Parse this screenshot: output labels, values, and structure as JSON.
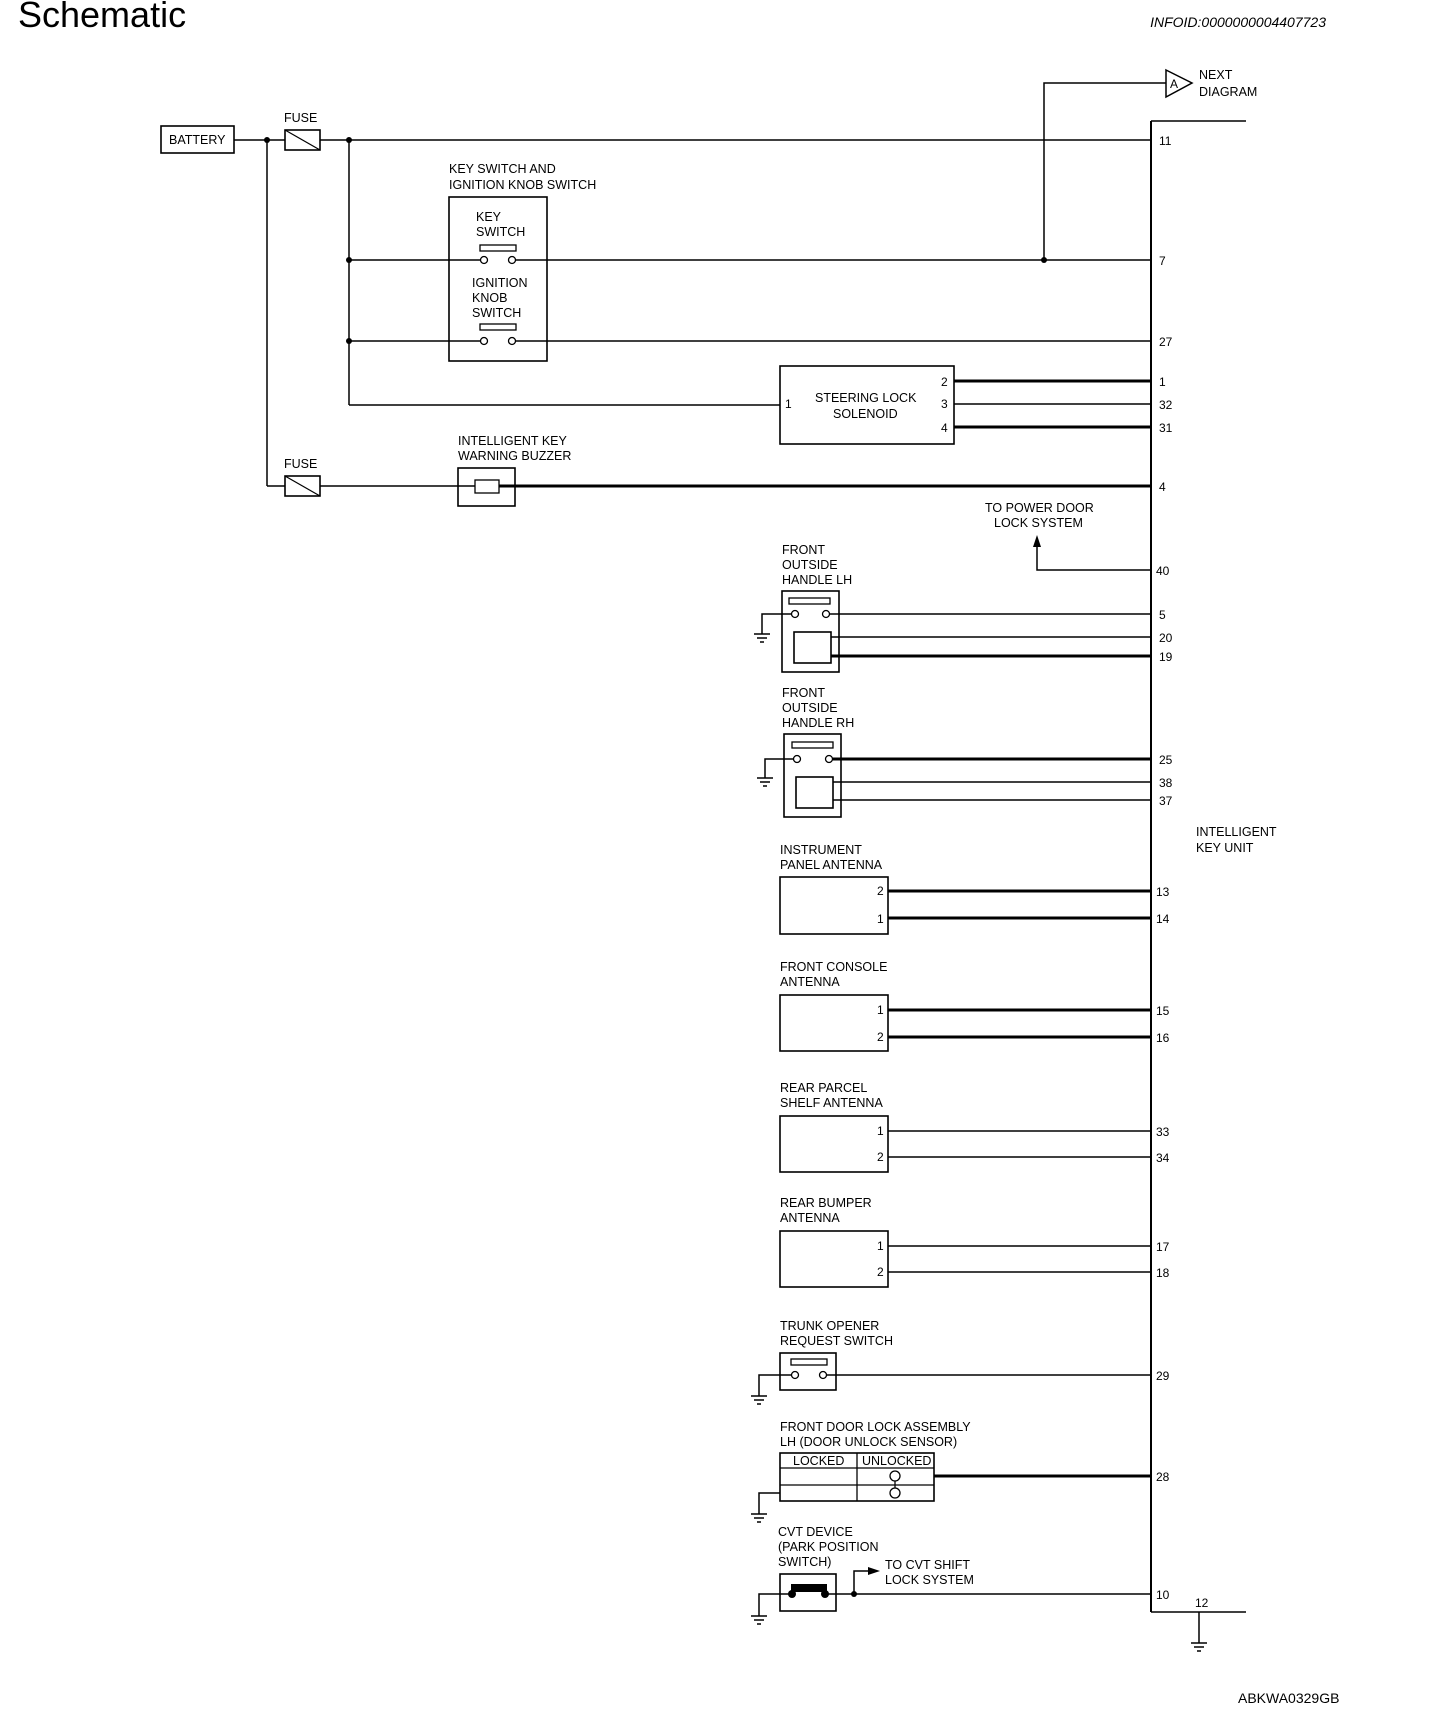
{
  "header": {
    "title": "Schematic",
    "info_id": "INFOID:0000000004407723",
    "figure_id": "ABKWA0329GB"
  },
  "power": {
    "battery": "BATTERY",
    "fuse_1": "FUSE",
    "fuse_2": "FUSE"
  },
  "connector": {
    "next_diagram_marker": "A",
    "next_diagram_line1": "NEXT",
    "next_diagram_line2": "DIAGRAM",
    "unit_line1": "INTELLIGENT",
    "unit_line2": "KEY UNIT",
    "pins": {
      "p11": "11",
      "p7": "7",
      "p27": "27",
      "p1": "1",
      "p32": "32",
      "p31": "31",
      "p4": "4",
      "p40": "40",
      "p5": "5",
      "p20": "20",
      "p19": "19",
      "p25": "25",
      "p38": "38",
      "p37": "37",
      "p13": "13",
      "p14": "14",
      "p15": "15",
      "p16": "16",
      "p33": "33",
      "p34": "34",
      "p17": "17",
      "p18": "18",
      "p29": "29",
      "p28": "28",
      "p10": "10",
      "p12": "12"
    }
  },
  "key_switch_assembly": {
    "title1": "KEY SWITCH AND",
    "title2": "IGNITION KNOB SWITCH",
    "key1": "KEY",
    "key2": "SWITCH",
    "ign1": "IGNITION",
    "ign2": "KNOB",
    "ign3": "SWITCH"
  },
  "steering_lock": {
    "line1": "STEERING LOCK",
    "line2": "SOLENOID",
    "pin_in": "1",
    "pin_a": "2",
    "pin_b": "3",
    "pin_c": "4"
  },
  "buzzer": {
    "line1": "INTELLIGENT KEY",
    "line2": "WARNING BUZZER"
  },
  "power_door_lock": {
    "line1": "TO POWER DOOR",
    "line2": "LOCK SYSTEM"
  },
  "handle_lh": {
    "line1": "FRONT",
    "line2": "OUTSIDE",
    "line3": "HANDLE LH"
  },
  "handle_rh": {
    "line1": "FRONT",
    "line2": "OUTSIDE",
    "line3": "HANDLE RH"
  },
  "ip_antenna": {
    "line1": "INSTRUMENT",
    "line2": "PANEL ANTENNA",
    "pin_top": "2",
    "pin_bottom": "1"
  },
  "console_antenna": {
    "line1": "FRONT CONSOLE",
    "line2": "ANTENNA",
    "pin_top": "1",
    "pin_bottom": "2"
  },
  "parcel_antenna": {
    "line1": "REAR PARCEL",
    "line2": "SHELF ANTENNA",
    "pin_top": "1",
    "pin_bottom": "2"
  },
  "bumper_antenna": {
    "line1": "REAR BUMPER",
    "line2": "ANTENNA",
    "pin_top": "1",
    "pin_bottom": "2"
  },
  "trunk_switch": {
    "line1": "TRUNK OPENER",
    "line2": "REQUEST SWITCH"
  },
  "door_lock": {
    "line1": "FRONT DOOR LOCK ASSEMBLY",
    "line2": "LH (DOOR UNLOCK SENSOR)",
    "col_locked": "LOCKED",
    "col_unlocked": "UNLOCKED"
  },
  "cvt": {
    "line1": "CVT DEVICE",
    "line2": "(PARK POSITION",
    "line3": "SWITCH)",
    "to1": "TO CVT SHIFT",
    "to2": "LOCK SYSTEM"
  }
}
